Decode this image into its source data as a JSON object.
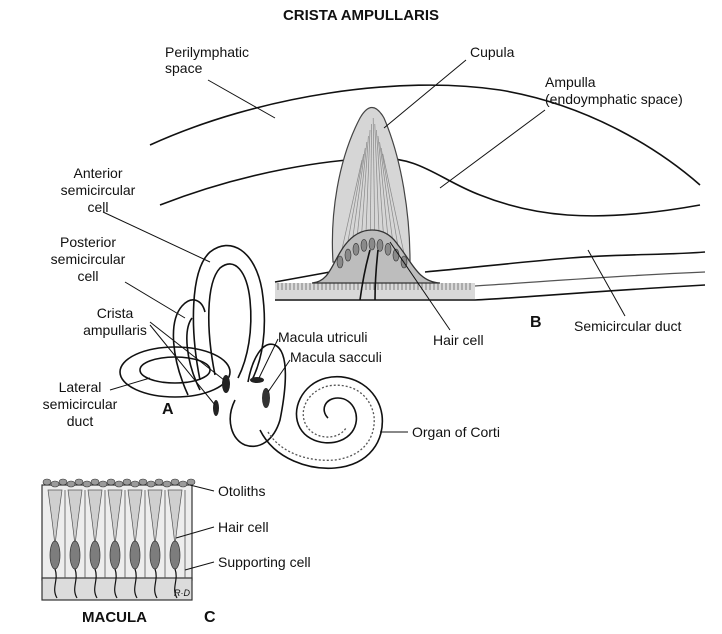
{
  "title": "CRISTA AMPULLARIS",
  "panel_letters": {
    "a": "A",
    "b": "B",
    "c": "C"
  },
  "labels": {
    "perilymphatic_line1": "Perilymphatic",
    "perilymphatic_line2": "space",
    "cupula": "Cupula",
    "ampulla_line1": "Ampulla",
    "ampulla_line2": "(endoymphatic space)",
    "anterior_line1": "Anterior",
    "anterior_line2": "semicircular",
    "anterior_line3": "cell",
    "posterior_line1": "Posterior",
    "posterior_line2": "semicircular",
    "posterior_line3": "cell",
    "crista_line1": "Crista",
    "crista_line2": "ampullaris",
    "macula_utriculi": "Macula utriculi",
    "macula_sacculi": "Macula sacculi",
    "lateral_line1": "Lateral",
    "lateral_line2": "semicircular",
    "lateral_line3": "duct",
    "hair_cell_b": "Hair cell",
    "semicircular_duct": "Semicircular duct",
    "organ_of_corti": "Organ of Corti",
    "otoliths": "Otoliths",
    "hair_cell_c": "Hair cell",
    "supporting_cell": "Supporting cell",
    "macula_title": "MACULA",
    "signature": "R·D"
  }
}
